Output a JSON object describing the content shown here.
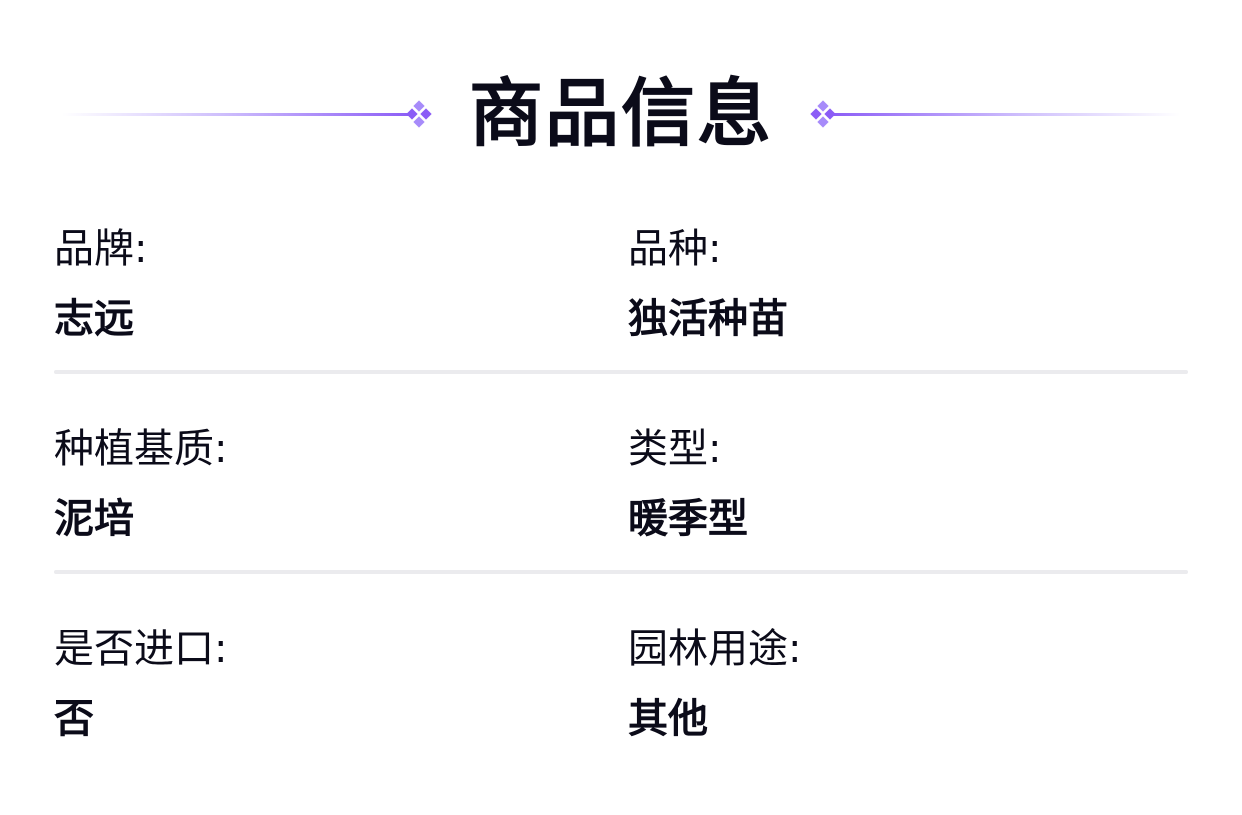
{
  "header": {
    "title": "商品信息"
  },
  "colors": {
    "accent": "#8b5cf6",
    "accent_light": "#a78bfa",
    "divider": "#ebebee",
    "text": "#0b0b19"
  },
  "icons": {
    "decoration": "diamond-cluster-icon"
  },
  "attributes": [
    [
      {
        "label": "品牌:",
        "value": "志远"
      },
      {
        "label": "品种:",
        "value": "独活种苗"
      }
    ],
    [
      {
        "label": "种植基质:",
        "value": "泥培"
      },
      {
        "label": "类型:",
        "value": "暖季型"
      }
    ],
    [
      {
        "label": "是否进口:",
        "value": "否"
      },
      {
        "label": "园林用途:",
        "value": "其他"
      }
    ]
  ]
}
